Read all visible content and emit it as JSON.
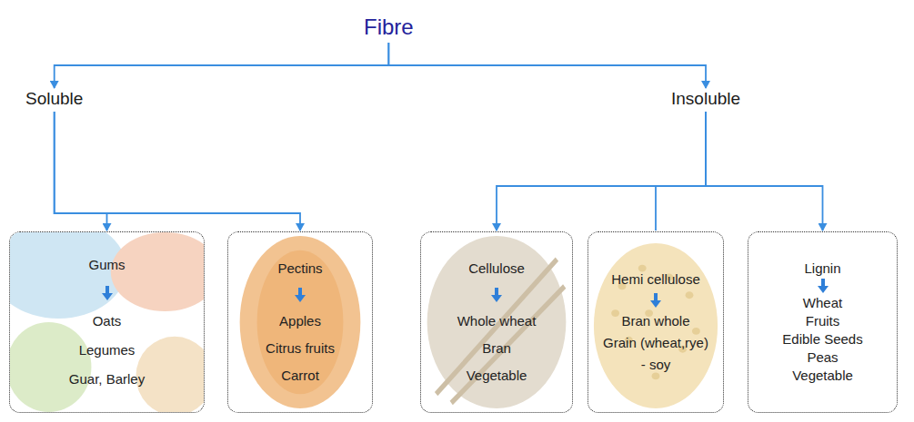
{
  "diagram": {
    "nodes": [
      {
        "text": [
          "Fibre"
        ]
      },
      {
        "text": [
          "Soluble"
        ]
      },
      {
        "text": [
          "Insoluble"
        ]
      },
      {
        "text": [
          "Gums",
          "Oats",
          "Legumes",
          "Guar, Barley"
        ]
      },
      {
        "text": [
          "Pectins",
          "Apples",
          "Citrus fruits",
          "Carrot"
        ]
      },
      {
        "text": [
          "Cellulose",
          "Whole wheat",
          "Bran",
          "Vegetable"
        ]
      },
      {
        "text": [
          "Hemi cellulose",
          "Bran whole",
          "Grain (wheat,rye)",
          "- soy"
        ]
      },
      {
        "text": [
          "Lignin",
          "Wheat",
          "Fruits",
          "Edible Seeds",
          "Peas",
          "Vegetable"
        ]
      }
    ],
    "edges": [
      {
        "from": 0,
        "to": 1,
        "arrow": "to"
      },
      {
        "from": 0,
        "to": 2,
        "arrow": "to"
      },
      {
        "from": 1,
        "to": 3,
        "arrow": "to"
      },
      {
        "from": 1,
        "to": 4,
        "arrow": "to"
      },
      {
        "from": 2,
        "to": 5,
        "arrow": "to"
      },
      {
        "from": 2,
        "to": 6,
        "arrow": "none"
      },
      {
        "from": 2,
        "to": 7,
        "arrow": "to"
      }
    ]
  }
}
